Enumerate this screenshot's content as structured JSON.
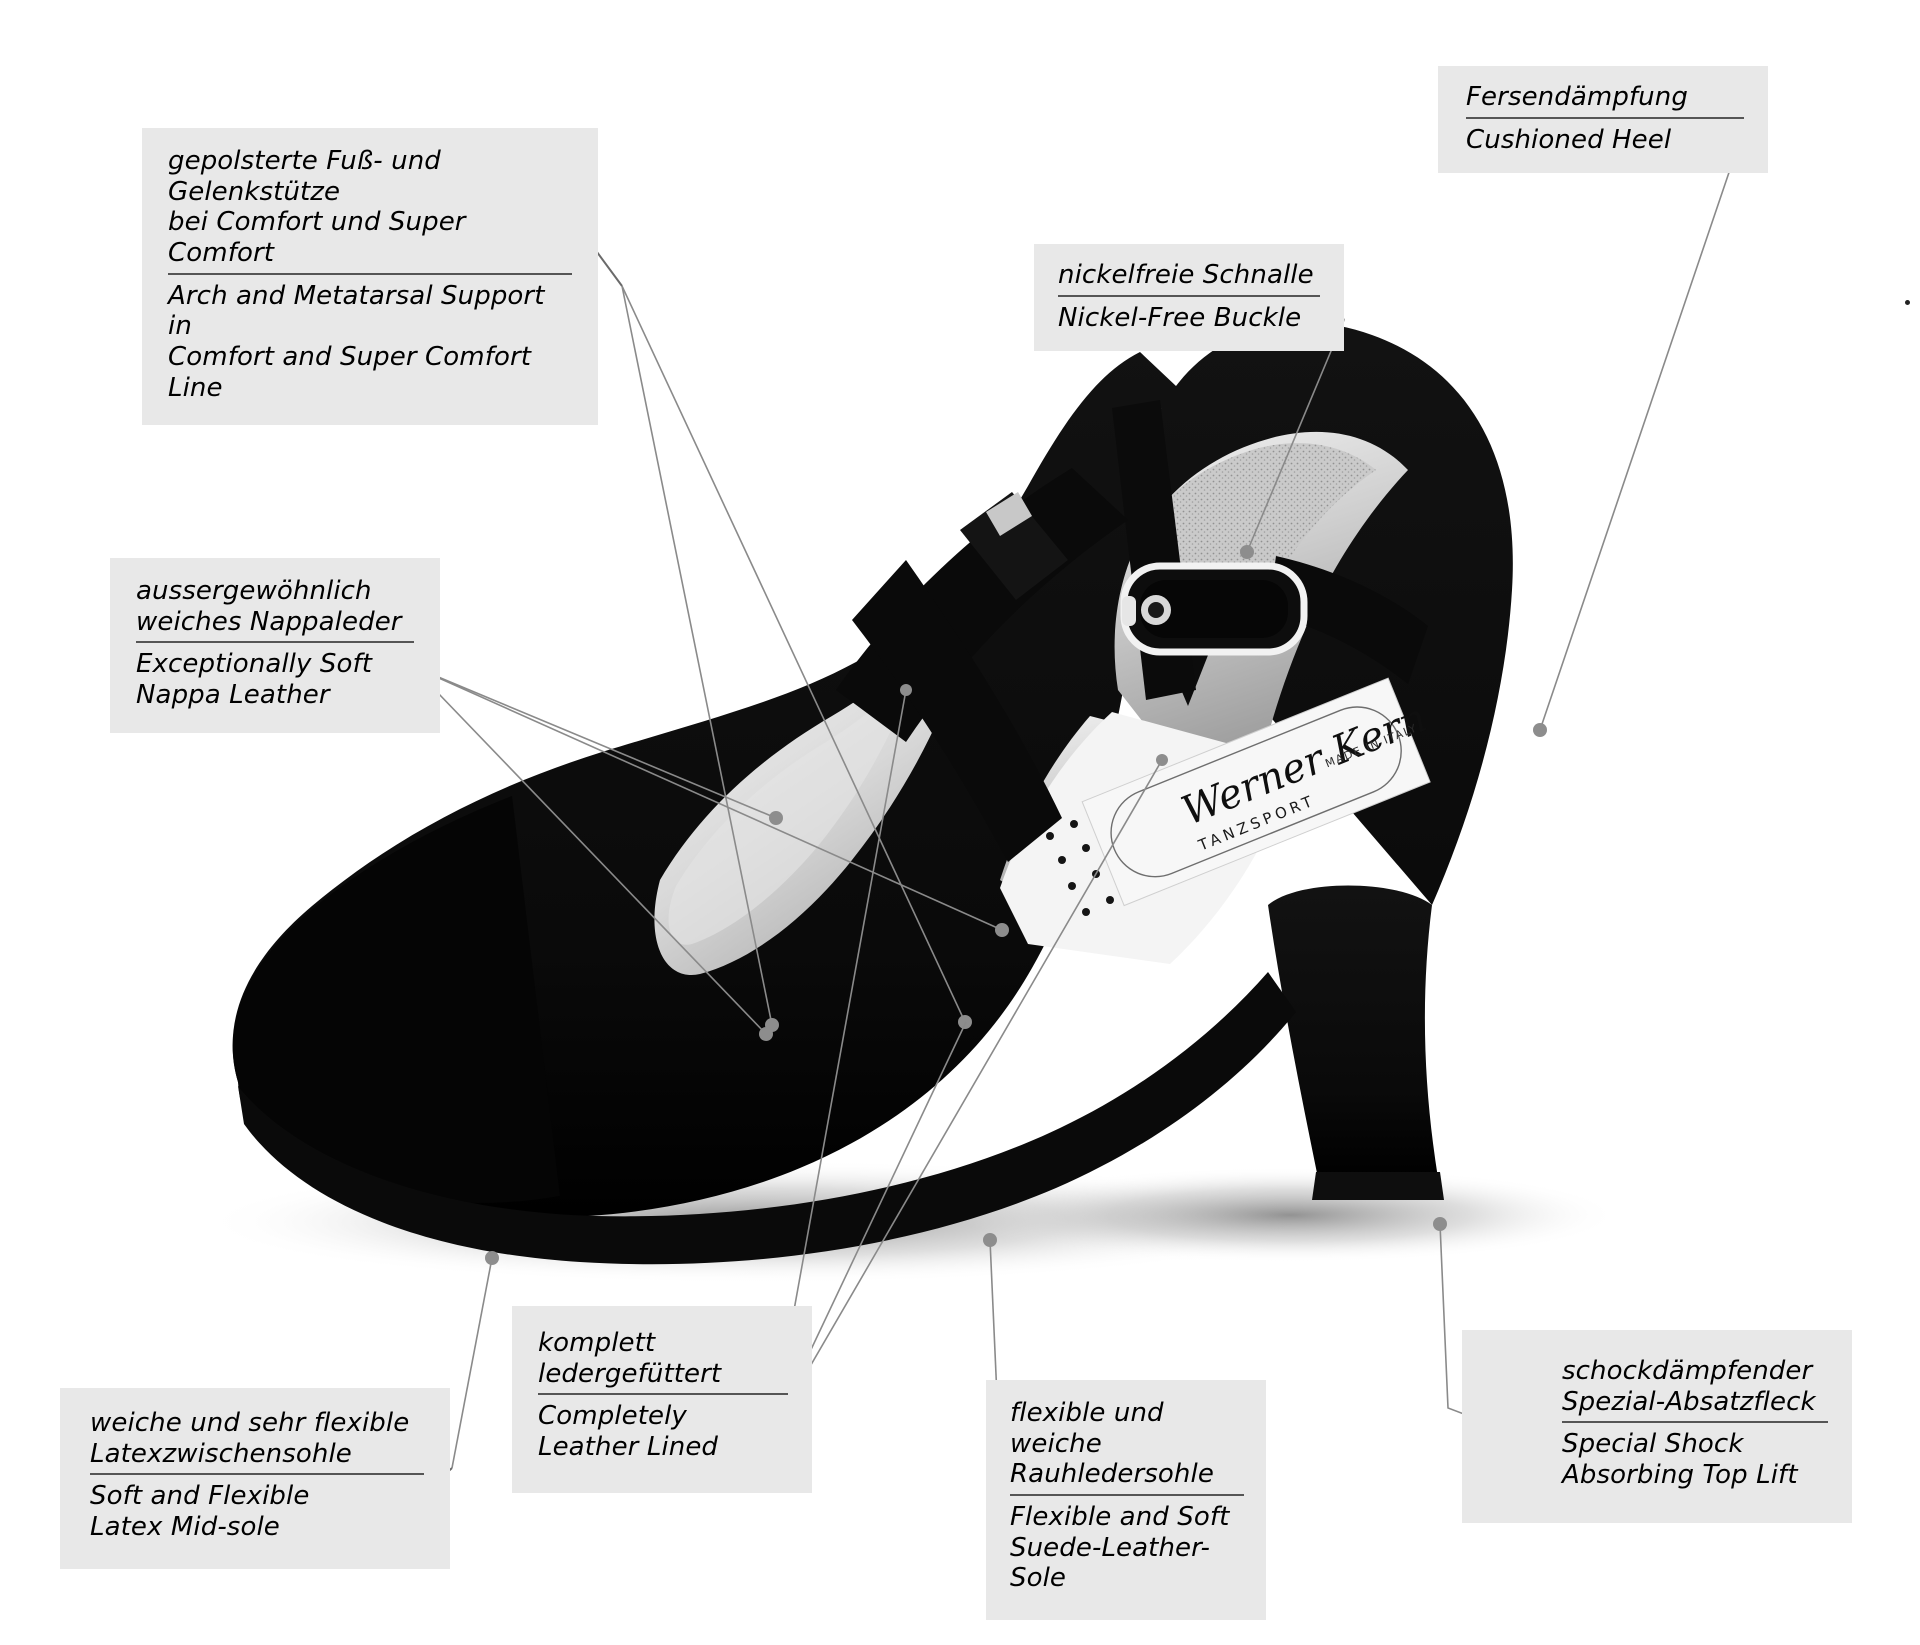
{
  "document": {
    "type": "product-annotation-diagram",
    "subject": "Werner Kern ladies' dance shoe — feature callouts",
    "languages": [
      "German",
      "English"
    ],
    "background_color": "#ffffff",
    "label_box_color": "#e8e8e8",
    "leader_line_color": "#8a8a8a"
  },
  "brand_label": {
    "name": "Werner Kern",
    "line2": "TANZSPORT",
    "line3": "MADE IN ITALY"
  },
  "callouts": [
    {
      "id": "arch-support",
      "de": "gepolsterte Fuß- und Gelenkstütze\nbei Comfort und Super Comfort",
      "en": "Arch and Metatarsal Support in\nComfort and Super Comfort Line"
    },
    {
      "id": "nappa-leather",
      "de": "aussergewöhnlich\nweiches Nappaleder",
      "en": "Exceptionally Soft\nNappa Leather"
    },
    {
      "id": "nickel-free-buckle",
      "de": "nickelfreie Schnalle",
      "en": "Nickel-Free Buckle"
    },
    {
      "id": "cushioned-heel",
      "de": "Fersendämpfung",
      "en": "Cushioned Heel"
    },
    {
      "id": "latex-midsole",
      "de": "weiche und sehr flexible\nLatexzwischensohle",
      "en": "Soft and Flexible\nLatex Mid-sole"
    },
    {
      "id": "leather-lined",
      "de": "komplett\nledergefüttert",
      "en": "Completely\nLeather Lined"
    },
    {
      "id": "suede-sole",
      "de": "flexible und weiche\nRauhledersohle",
      "en": "Flexible and Soft\nSuede-Leather-Sole"
    },
    {
      "id": "top-lift",
      "de": "schockdämpfender\nSpezial-Absatzfleck",
      "en": "Special Shock\nAbsorbing Top Lift"
    }
  ]
}
